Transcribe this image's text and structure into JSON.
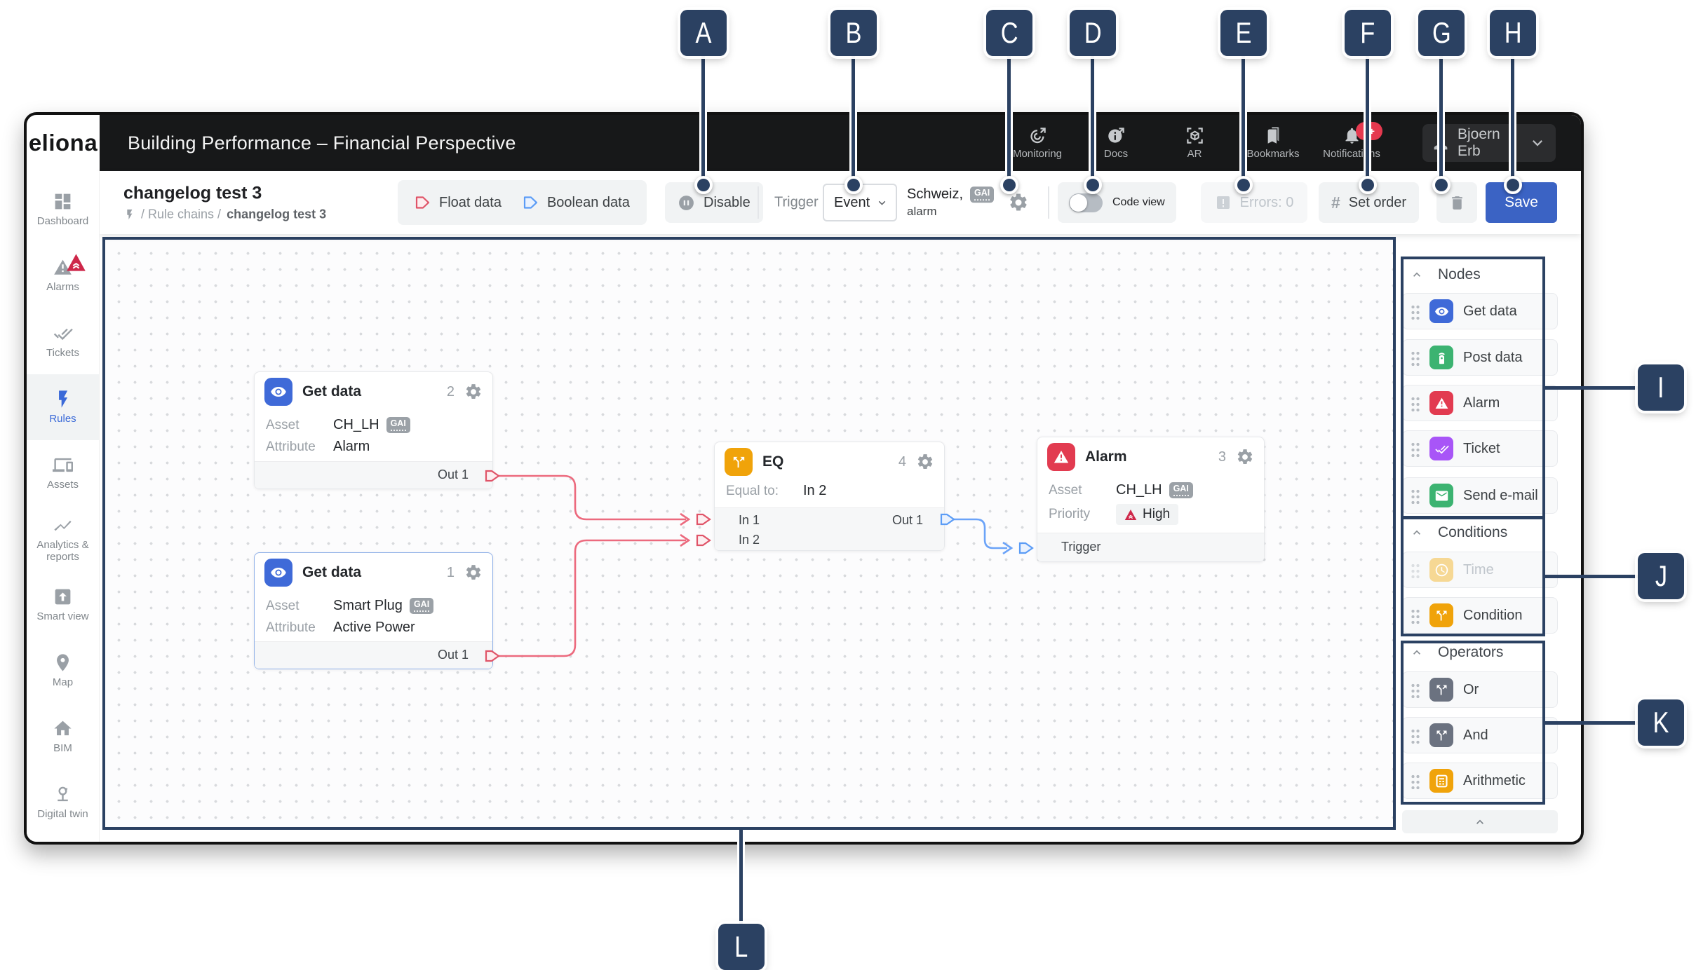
{
  "colors": {
    "annotation": "#2b4162",
    "header_bar": "#171819",
    "save_blue": "#3b63c4",
    "node_blue": "#3f6ad8",
    "node_green": "#3fba77",
    "node_red": "#e23b50",
    "node_purple": "#a855f7",
    "node_amber": "#f0a30a",
    "operator_gray": "#6b7280",
    "float_port": "#e05468",
    "boolean_port": "#5b9cf6",
    "active_item": "#3b6ad8",
    "notification_badge": "#e5394f"
  },
  "annotations": {
    "letters": [
      {
        "label": "A"
      },
      {
        "label": "B"
      },
      {
        "label": "C"
      },
      {
        "label": "D"
      },
      {
        "label": "E"
      },
      {
        "label": "F"
      },
      {
        "label": "G"
      },
      {
        "label": "H"
      },
      {
        "label": "I"
      },
      {
        "label": "J"
      },
      {
        "label": "K"
      },
      {
        "label": "L"
      }
    ]
  },
  "header": {
    "logo": "eliona",
    "title": "Building Performance – Financial Perspective",
    "nav": [
      {
        "label": "Monitoring"
      },
      {
        "label": "Docs"
      },
      {
        "label": "AR"
      },
      {
        "label": "Bookmarks"
      },
      {
        "label": "Notifications"
      }
    ],
    "notifications_badge": "9+",
    "user": "Bjoern Erb"
  },
  "toolbar": {
    "title": "changelog test 3",
    "breadcrumb_prefix": "/ Rule chains /",
    "breadcrumb_current": "changelog test 3",
    "legend": [
      {
        "label": "Float data"
      },
      {
        "label": "Boolean data"
      }
    ],
    "disable_label": "Disable",
    "trigger_label": "Trigger",
    "trigger_value": "Event",
    "scope_primary": "Schweiz,",
    "scope_badge": "GAI",
    "scope_secondary": "alarm",
    "code_view_label": "Code view",
    "errors_label": "Errors: 0",
    "set_order_label": "Set order",
    "save_label": "Save"
  },
  "sidebar": {
    "items": [
      {
        "label": "Dashboard"
      },
      {
        "label": "Alarms"
      },
      {
        "label": "Tickets"
      },
      {
        "label": "Rules"
      },
      {
        "label": "Assets"
      },
      {
        "label": "Analytics & reports"
      },
      {
        "label": "Smart view"
      },
      {
        "label": "Map"
      },
      {
        "label": "BIM"
      },
      {
        "label": "Digital twin"
      }
    ]
  },
  "canvas": {
    "nodes": [
      {
        "title": "Get data",
        "number": "2",
        "rows": [
          {
            "label": "Asset",
            "value": "CH_LH",
            "badge": "GAI"
          },
          {
            "label": "Attribute",
            "value": "Alarm"
          }
        ],
        "out_label": "Out 1"
      },
      {
        "title": "Get data",
        "number": "1",
        "rows": [
          {
            "label": "Asset",
            "value": "Smart Plug",
            "badge": "GAI"
          },
          {
            "label": "Attribute",
            "value": "Active Power"
          }
        ],
        "out_label": "Out 1"
      },
      {
        "title": "EQ",
        "number": "4",
        "rows": [
          {
            "label": "Equal to:",
            "value": "In 2"
          }
        ],
        "in1_label": "In 1",
        "in2_label": "In 2",
        "out_label": "Out 1"
      },
      {
        "title": "Alarm",
        "number": "3",
        "rows": [
          {
            "label": "Asset",
            "value": "CH_LH",
            "badge": "GAI"
          },
          {
            "label": "Priority",
            "value": "High"
          }
        ],
        "in_label": "Trigger"
      }
    ]
  },
  "palette": {
    "nodes": {
      "title": "Nodes",
      "items": [
        {
          "label": "Get data"
        },
        {
          "label": "Post data"
        },
        {
          "label": "Alarm"
        },
        {
          "label": "Ticket"
        },
        {
          "label": "Send e-mail"
        }
      ]
    },
    "conditions": {
      "title": "Conditions",
      "items": [
        {
          "label": "Time"
        },
        {
          "label": "Condition"
        }
      ]
    },
    "operators": {
      "title": "Operators",
      "items": [
        {
          "label": "Or"
        },
        {
          "label": "And"
        },
        {
          "label": "Arithmetic"
        }
      ]
    }
  }
}
